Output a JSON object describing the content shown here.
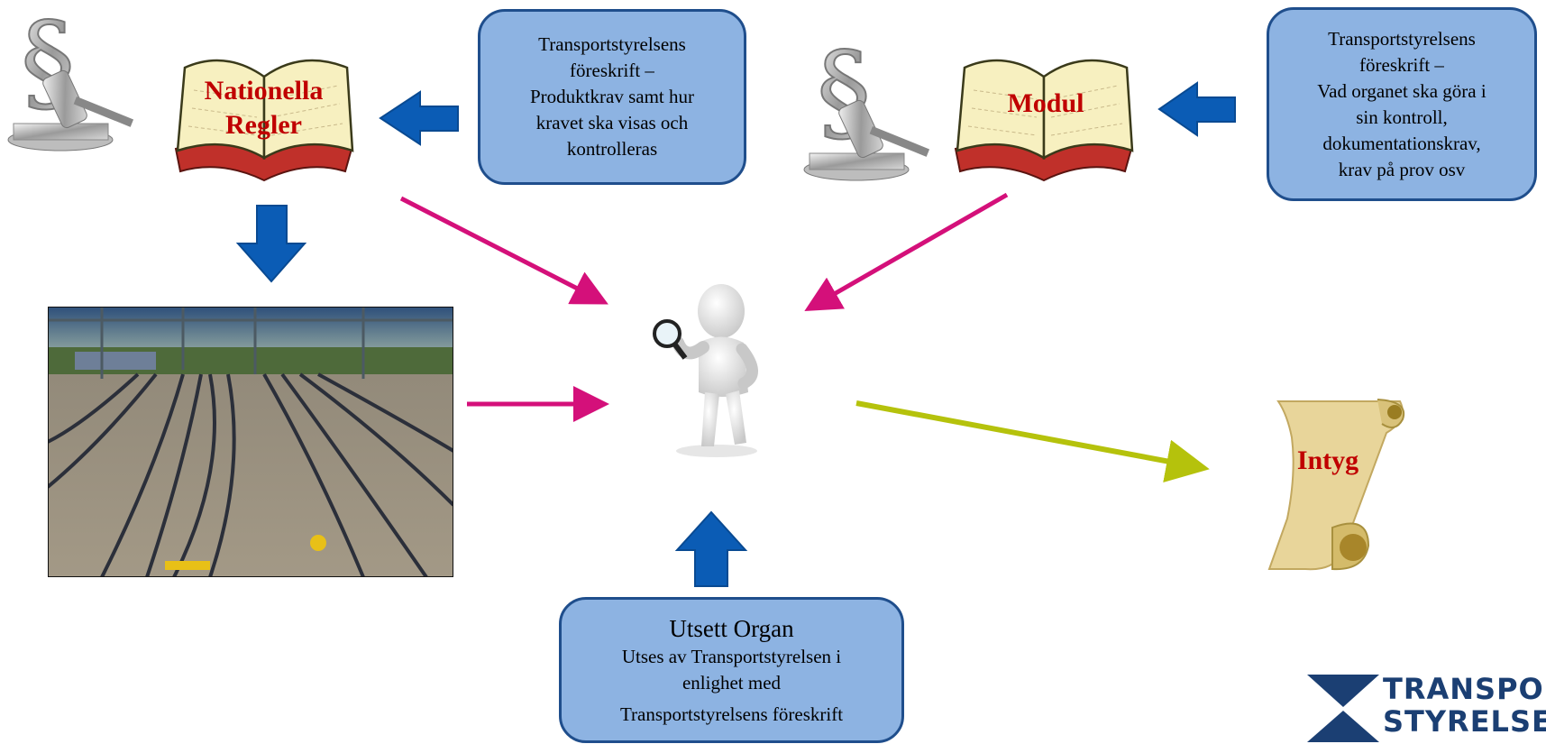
{
  "books": {
    "nationella": {
      "line1": "Nationella",
      "line2": "Regler"
    },
    "modul": {
      "label": "Modul"
    }
  },
  "boxes": {
    "top_center": [
      "Transportstyrelsens",
      "föreskrift –",
      "Produktkrav samt hur",
      "kravet ska visas och",
      "kontrolleras"
    ],
    "top_right": [
      "Transportstyrelsens",
      "föreskrift –",
      "Vad organet ska göra i",
      "sin kontroll,",
      "dokumentationskrav,",
      "krav på prov osv"
    ],
    "bottom": {
      "title": "Utsett Organ",
      "lines": [
        "Utses av Transportstyrelsen i",
        "enlighet med",
        "Transportstyrelsens föreskrift"
      ]
    }
  },
  "scroll": {
    "label": "Intyg"
  },
  "logo": {
    "line1": "TRANSPORT",
    "line2": "STYRELSEN"
  },
  "colors": {
    "box_fill": "#8db3e2",
    "box_border": "#1f4e8c",
    "blue_arrow": "#0b5cb5",
    "magenta_arrow": "#d4107a",
    "olive_arrow": "#b5c20c",
    "label_red": "#c00000"
  },
  "icons": [
    "gavel-paragraph-icon",
    "open-book-icon",
    "thinking-figure-icon",
    "railway-photo",
    "scroll-icon",
    "transportstyrelsen-logo"
  ]
}
